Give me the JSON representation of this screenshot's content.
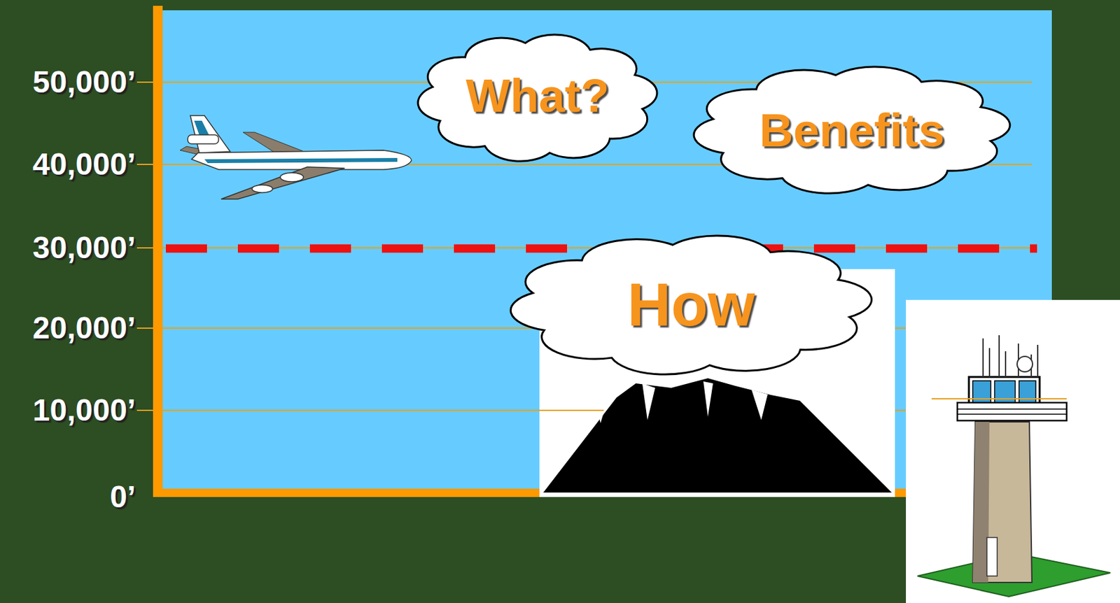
{
  "diagram": {
    "nodes": [
      {
        "text": [
          "What?"
        ]
      },
      {
        "text": [
          "Benefits"
        ]
      },
      {
        "text": [
          "How"
        ]
      }
    ],
    "labels": [
      "50,000’",
      "40,000’",
      "30,000’",
      "20,000’",
      "10,000’",
      "0’"
    ]
  }
}
